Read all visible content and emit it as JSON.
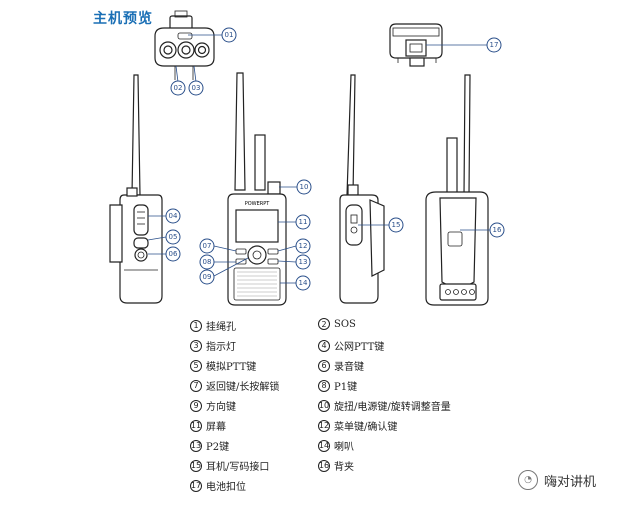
{
  "title": "主机预览",
  "callouts": {
    "c1": "01",
    "c2": "02",
    "c3": "03",
    "c4": "04",
    "c5": "05",
    "c6": "06",
    "c7": "07",
    "c8": "08",
    "c9": "09",
    "c10": "10",
    "c11": "11",
    "c12": "12",
    "c13": "13",
    "c14": "14",
    "c15": "15",
    "c16": "16",
    "c17": "17"
  },
  "brand": "POWERPT",
  "legend": [
    {
      "num": "1",
      "label": "挂绳孔"
    },
    {
      "num": "2",
      "label": "SOS"
    },
    {
      "num": "3",
      "label": "指示灯"
    },
    {
      "num": "4",
      "label": "公网PTT键"
    },
    {
      "num": "5",
      "label": "模拟PTT键"
    },
    {
      "num": "6",
      "label": "录音键"
    },
    {
      "num": "7",
      "label": "返回键/长按解锁"
    },
    {
      "num": "8",
      "label": "P1键"
    },
    {
      "num": "9",
      "label": "方向键"
    },
    {
      "num": "10",
      "label": "旋扭/电源键/旋转调整音量"
    },
    {
      "num": "11",
      "label": "屏幕"
    },
    {
      "num": "12",
      "label": "菜单键/确认键"
    },
    {
      "num": "13",
      "label": "P2键"
    },
    {
      "num": "14",
      "label": "喇叭"
    },
    {
      "num": "15",
      "label": "耳机/写码接口"
    },
    {
      "num": "16",
      "label": "背夹"
    },
    {
      "num": "17",
      "label": "电池扣位"
    }
  ],
  "watermark": "嗨对讲机",
  "colors": {
    "title": "#1a6fb5",
    "callout": "#2a4f8a",
    "line": "#222222"
  }
}
